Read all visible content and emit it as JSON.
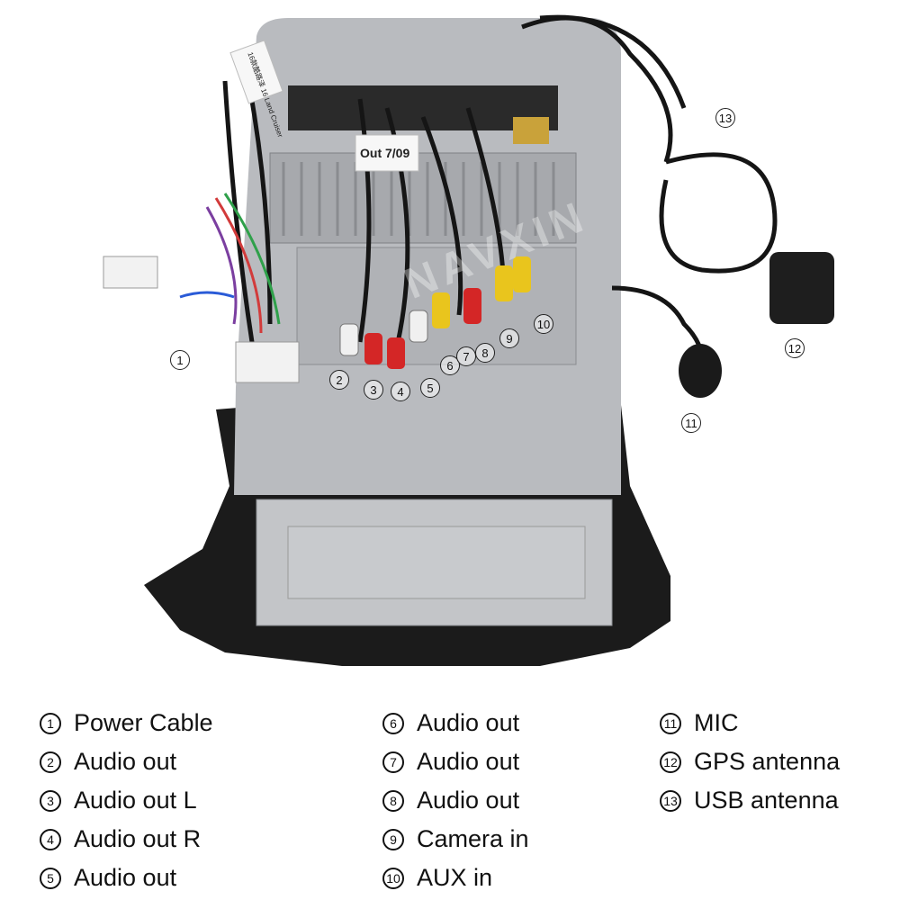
{
  "photo": {
    "brand_watermark": "NAVXIN",
    "harness_tag": "16款酷路泽 16 Land Cruiser",
    "connector_label": "Out 7/09",
    "callouts": [
      "1",
      "2",
      "3",
      "4",
      "5",
      "6",
      "7",
      "8",
      "9",
      "10",
      "11",
      "12",
      "13"
    ]
  },
  "legend": {
    "items": [
      {
        "num": "1",
        "label": "Power Cable"
      },
      {
        "num": "2",
        "label": "Audio out"
      },
      {
        "num": "3",
        "label": "Audio out L"
      },
      {
        "num": "4",
        "label": "Audio out R"
      },
      {
        "num": "5",
        "label": "Audio out"
      },
      {
        "num": "6",
        "label": "Audio out"
      },
      {
        "num": "7",
        "label": "Audio out"
      },
      {
        "num": "8",
        "label": "Audio out"
      },
      {
        "num": "9",
        "label": "Camera in"
      },
      {
        "num": "10",
        "label": "AUX in"
      },
      {
        "num": "11",
        "label": "MIC"
      },
      {
        "num": "12",
        "label": "GPS antenna"
      },
      {
        "num": "13",
        "label": "USB antenna"
      }
    ]
  }
}
